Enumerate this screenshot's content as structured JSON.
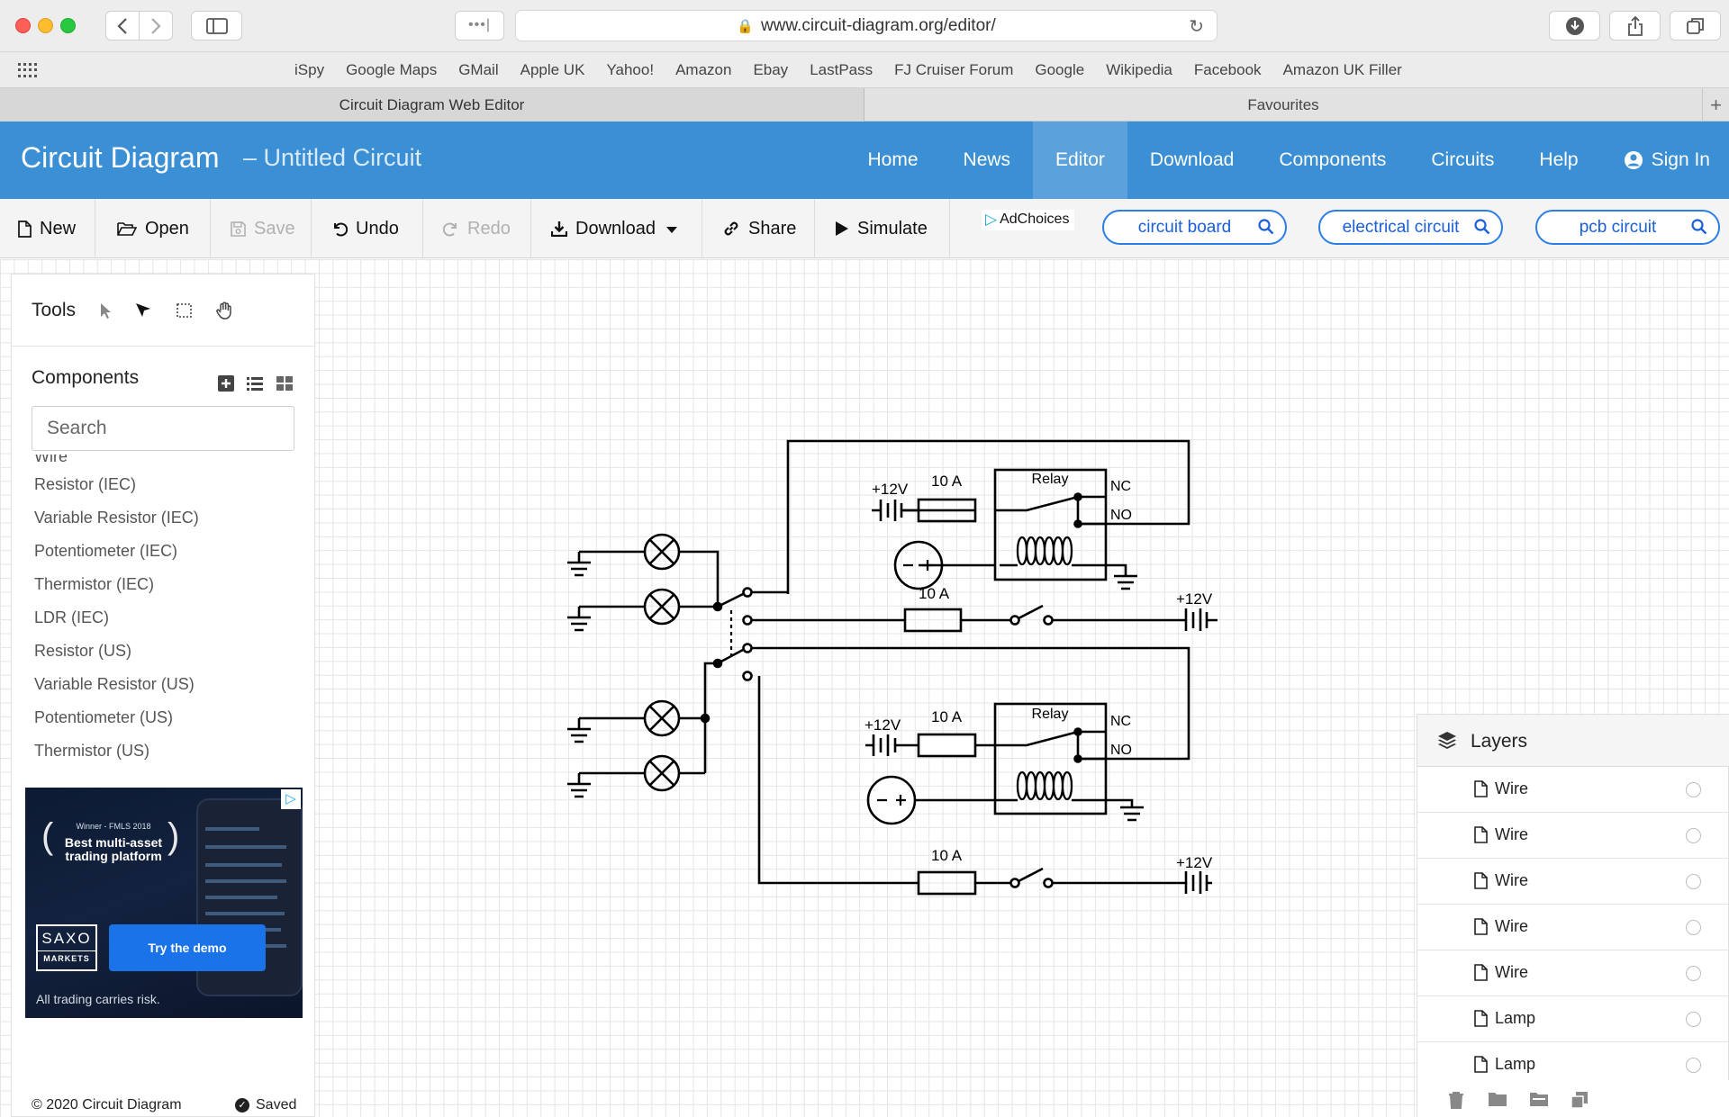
{
  "browser": {
    "url": "www.circuit-diagram.org/editor/",
    "bookmarks": [
      "iSpy",
      "Google Maps",
      "GMail",
      "Apple UK",
      "Yahoo!",
      "Amazon",
      "Ebay",
      "LastPass",
      "FJ Cruiser Forum",
      "Google",
      "Wikipedia",
      "Facebook",
      "Amazon UK Filler"
    ],
    "tabs": [
      {
        "label": "Circuit Diagram Web Editor",
        "active": true
      },
      {
        "label": "Favourites",
        "active": false
      }
    ]
  },
  "app": {
    "brand": "Circuit Diagram",
    "circuit_title": "–  Untitled Circuit",
    "accent_color": "#3b8fd4",
    "nav": [
      {
        "label": "Home"
      },
      {
        "label": "News"
      },
      {
        "label": "Editor",
        "active": true
      },
      {
        "label": "Download"
      },
      {
        "label": "Components"
      },
      {
        "label": "Circuits"
      },
      {
        "label": "Help"
      }
    ],
    "sign_in": "Sign In"
  },
  "toolbar": {
    "new": "New",
    "open": "Open",
    "save": "Save",
    "undo": "Undo",
    "redo": "Redo",
    "download": "Download",
    "share": "Share",
    "simulate": "Simulate",
    "adchoices": "AdChoices",
    "ad_searches": [
      "circuit board",
      "electrical circuit",
      "pcb circuit"
    ]
  },
  "sidebar": {
    "tools_title": "Tools",
    "components_title": "Components",
    "search_placeholder": "Search",
    "components": [
      "Wire",
      "Resistor (IEC)",
      "Variable Resistor (IEC)",
      "Potentiometer (IEC)",
      "Thermistor (IEC)",
      "LDR (IEC)",
      "Resistor (US)",
      "Variable Resistor (US)",
      "Potentiometer (US)",
      "Thermistor (US)"
    ],
    "ad": {
      "award_small": "Winner - FMLS 2018",
      "award_big": "Best multi-asset trading platform",
      "logo_top": "SAXO",
      "logo_bottom": "MARKETS",
      "cta": "Try the demo",
      "disclaimer": "All trading carries risk."
    },
    "copyright": "© 2020 Circuit Diagram",
    "status": "Saved"
  },
  "schematic": {
    "labels": {
      "v12": "+12V",
      "fuse": "10 A",
      "relay": "Relay",
      "nc": "NC",
      "no": "NO",
      "minus": "−",
      "plus": "+"
    }
  },
  "layers": {
    "title": "Layers",
    "items": [
      "Wire",
      "Wire",
      "Wire",
      "Wire",
      "Wire",
      "Lamp",
      "Lamp"
    ]
  }
}
